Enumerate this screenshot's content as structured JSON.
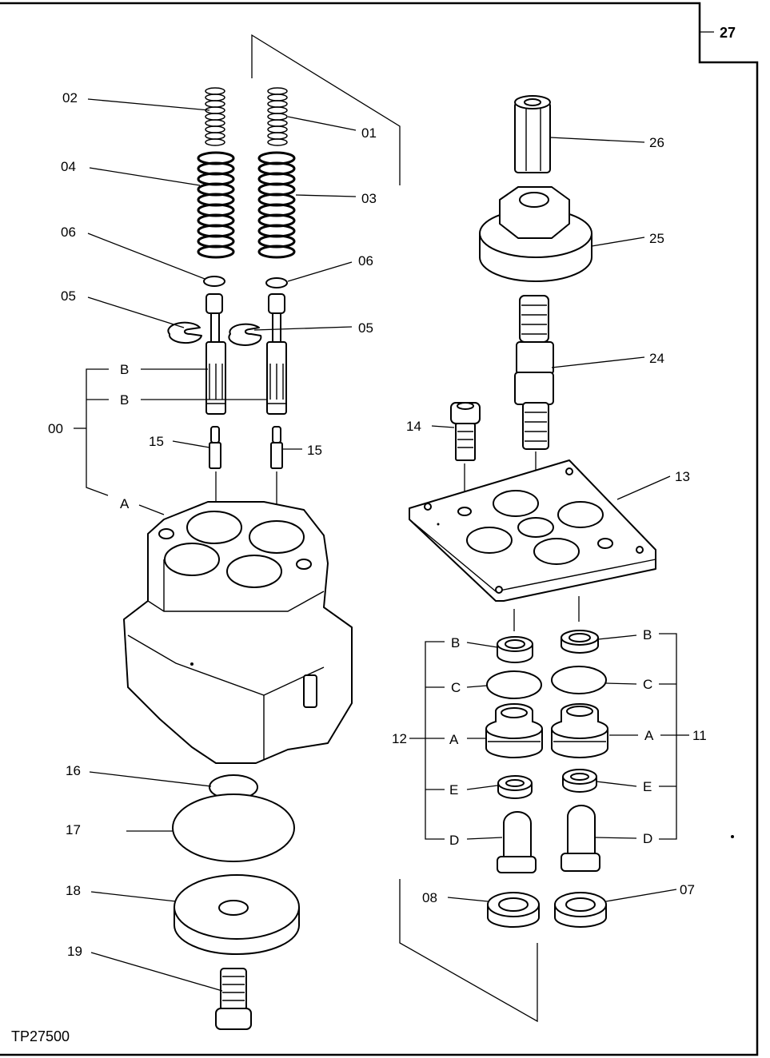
{
  "page_number": "27",
  "figure_code": "TP27500",
  "labels": {
    "l01": "01",
    "l02": "02",
    "l03": "03",
    "l04": "04",
    "l05a": "05",
    "l05b": "05",
    "l06a": "06",
    "l06b": "06",
    "l00": "00",
    "lA_left": "A",
    "lB1_left": "B",
    "lB2_left": "B",
    "l15a": "15",
    "l15b": "15",
    "l16": "16",
    "l17": "17",
    "l18": "18",
    "l19": "19",
    "l26": "26",
    "l25": "25",
    "l24": "24",
    "l14": "14",
    "l13": "13",
    "l12": "12",
    "l11": "11",
    "lB_r1": "B",
    "lB_r2": "B",
    "lC_r1": "C",
    "lC_r2": "C",
    "lA_r1": "A",
    "lA_r2": "A",
    "lE_r1": "E",
    "lE_r2": "E",
    "lD_r1": "D",
    "lD_r2": "D",
    "l08": "08",
    "l07": "07"
  }
}
